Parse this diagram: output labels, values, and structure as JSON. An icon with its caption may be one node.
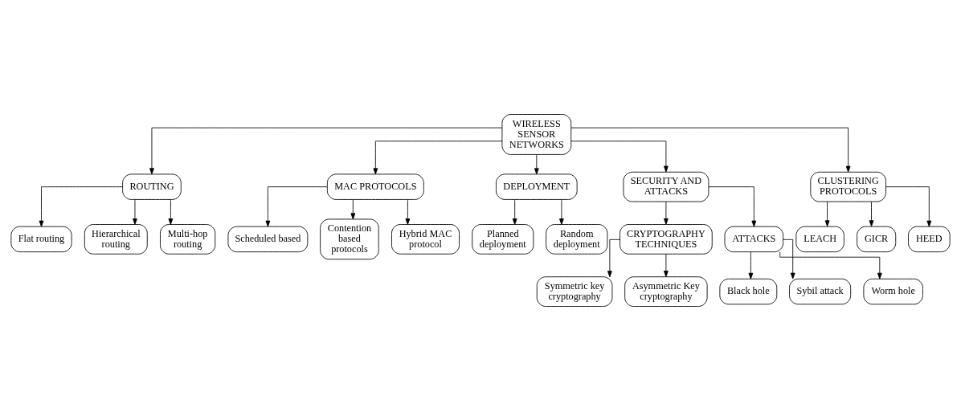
{
  "diagram": {
    "nodes": [
      {
        "text": [
          "WIRELESS SENSOR NETWORKS"
        ]
      },
      {
        "text": [
          "ROUTING"
        ]
      },
      {
        "text": [
          "MAC PROTOCOLS"
        ]
      },
      {
        "text": [
          "DEPLOYMENT"
        ]
      },
      {
        "text": [
          "SECURITY AND ATTACKS"
        ]
      },
      {
        "text": [
          "CLUSTERING PROTOCOLS"
        ]
      },
      {
        "text": [
          "Flat routing"
        ]
      },
      {
        "text": [
          "Hierarchical routing"
        ]
      },
      {
        "text": [
          "Multi-hop routing"
        ]
      },
      {
        "text": [
          "Scheduled based"
        ]
      },
      {
        "text": [
          "Contention based protocols"
        ]
      },
      {
        "text": [
          "Hybrid MAC protocol"
        ]
      },
      {
        "text": [
          "Planned deployment"
        ]
      },
      {
        "text": [
          "Random deployment"
        ]
      },
      {
        "text": [
          "CRYPTOGRAPHY TECHNIQUES"
        ]
      },
      {
        "text": [
          "ATTACKS"
        ]
      },
      {
        "text": [
          "Black hole"
        ]
      },
      {
        "text": [
          "Sybil attack"
        ]
      },
      {
        "text": [
          "Worm hole"
        ]
      },
      {
        "text": [
          "Symmetric key cryptography"
        ]
      },
      {
        "text": [
          "Asymmetric Key cryptography"
        ]
      },
      {
        "text": [
          "LEACH"
        ]
      },
      {
        "text": [
          "GICR"
        ]
      },
      {
        "text": [
          "HEED"
        ]
      }
    ],
    "edges": [
      {
        "from": 0,
        "to": 1,
        "arrow": "to"
      },
      {
        "from": 0,
        "to": 2,
        "arrow": "to"
      },
      {
        "from": 0,
        "to": 3,
        "arrow": "to"
      },
      {
        "from": 0,
        "to": 4,
        "arrow": "to"
      },
      {
        "from": 0,
        "to": 5,
        "arrow": "to"
      },
      {
        "from": 1,
        "to": 6,
        "arrow": "to"
      },
      {
        "from": 1,
        "to": 7,
        "arrow": "to"
      },
      {
        "from": 1,
        "to": 8,
        "arrow": "to"
      },
      {
        "from": 2,
        "to": 9,
        "arrow": "to"
      },
      {
        "from": 2,
        "to": 10,
        "arrow": "to"
      },
      {
        "from": 2,
        "to": 11,
        "arrow": "to"
      },
      {
        "from": 3,
        "to": 12,
        "arrow": "to"
      },
      {
        "from": 3,
        "to": 13,
        "arrow": "to"
      },
      {
        "from": 4,
        "to": 14,
        "arrow": "to"
      },
      {
        "from": 4,
        "to": 15,
        "arrow": "to"
      },
      {
        "from": 15,
        "to": 16,
        "arrow": "to"
      },
      {
        "from": 15,
        "to": 17,
        "arrow": "to"
      },
      {
        "from": 15,
        "to": 18,
        "arrow": "to"
      },
      {
        "from": 14,
        "to": 19,
        "arrow": "to"
      },
      {
        "from": 14,
        "to": 20,
        "arrow": "to"
      },
      {
        "from": 5,
        "to": 21,
        "arrow": "to"
      },
      {
        "from": 5,
        "to": 22,
        "arrow": "to"
      },
      {
        "from": 5,
        "to": 23,
        "arrow": "to"
      }
    ]
  }
}
